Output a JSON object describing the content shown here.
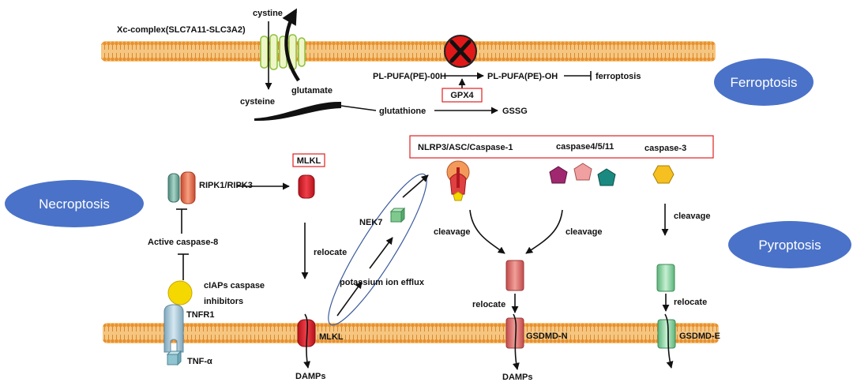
{
  "ferroptosis": {
    "label": "Ferroptosis",
    "cystine": "cystine",
    "xc_complex": "Xc-complex(SLC7A11-SLC3A2)",
    "cysteine": "cysteine",
    "glutamate": "glutamate",
    "glutathione": "glutathione",
    "gssg": "GSSG",
    "pl_pufa_ooh": "PL-PUFA(PE)-00H",
    "pl_pufa_oh": "PL-PUFA(PE)-OH",
    "outcome": "ferroptosis",
    "gpx4": "GPX4"
  },
  "necroptosis": {
    "label": "Necroptosis",
    "ripk": "RIPK1/RIPK3",
    "mlkl_box": "MLKL",
    "relocate": "relocate",
    "active_caspase8": "Active caspase-8",
    "ciaps_line1": "cIAPs caspase",
    "ciaps_line2": "inhibitors",
    "tnfr1": "TNFR1",
    "tnf": "TNF-α",
    "mlkl_membrane": "MLKL",
    "damps": "DAMPs"
  },
  "pyroptosis": {
    "label": "Pyroptosis",
    "nlrp3": "NLRP3/ASC/Caspase-1",
    "caspase4511": "caspase4/5/11",
    "caspase3": "caspase-3",
    "nek7": "NEK7",
    "potassium": "potassium ion efflux",
    "cleavage_left": "cleavage",
    "cleavage_right": "cleavage",
    "cleavage_c3": "cleavage",
    "relocate_n": "relocate",
    "relocate_e": "relocate",
    "gsdmd_n": "GSDMD-N",
    "gsdmd_e": "GSDMD-E",
    "damps": "DAMPs"
  },
  "colors": {
    "label_ellipse": "#4a72c8",
    "highlight_box": "#e02020",
    "membrane": "#f6c680"
  }
}
